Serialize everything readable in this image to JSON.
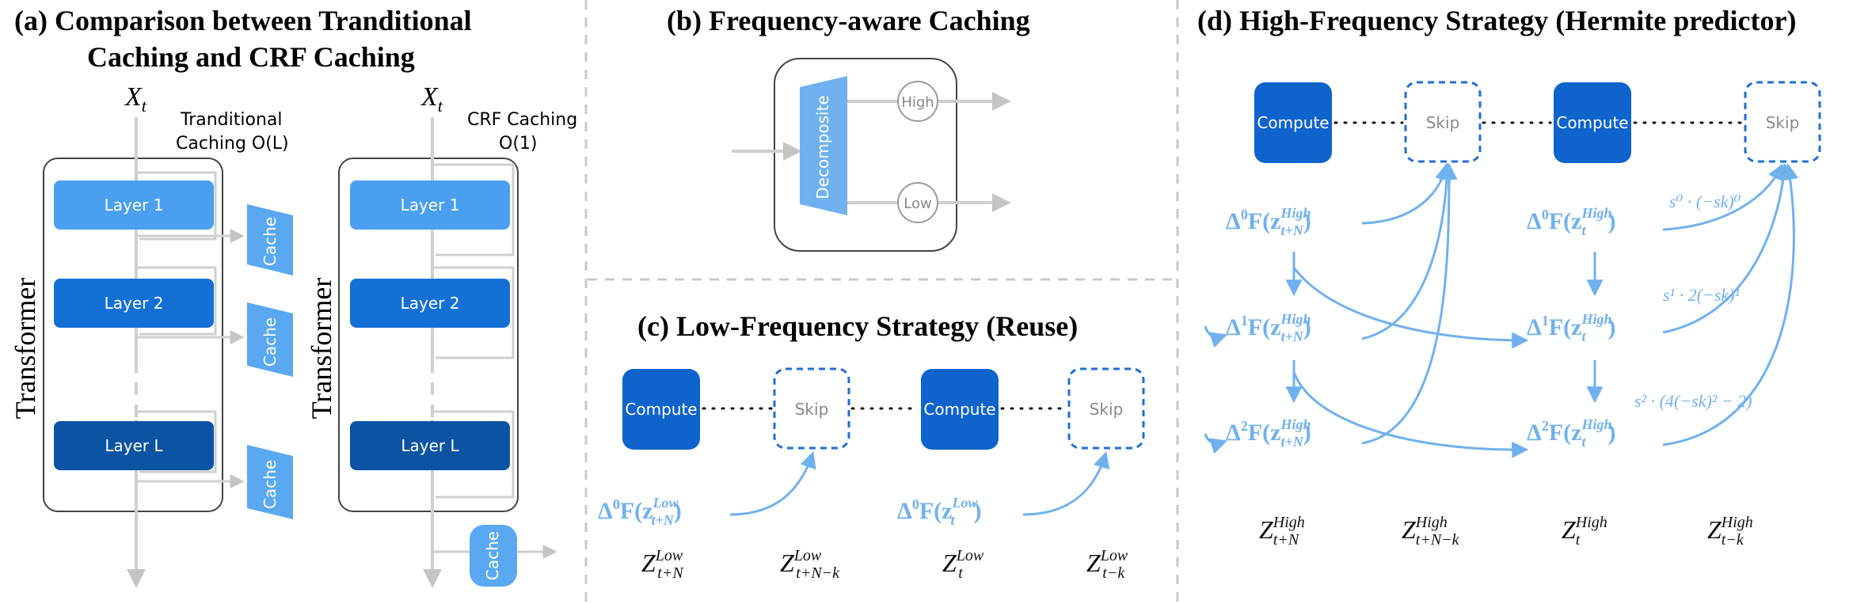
{
  "panels": {
    "a": {
      "title_line1": "(a)  Comparison between Tranditional",
      "title_line2": "Caching and CRF Caching",
      "input_var": "X",
      "input_sub": "t",
      "transformer_label": "Transformer",
      "left_note_line1": "Tranditional",
      "left_note_line2": "Caching O(L)",
      "right_note_line1": "CRF Caching",
      "right_note_line2": "O(1)",
      "layers": [
        "Layer 1",
        "Layer 2",
        "Layer L"
      ],
      "cache_label": "Cache"
    },
    "b": {
      "title": "(b)  Frequency-aware Caching",
      "decomposite_label": "Decomposite",
      "high_label": "High",
      "low_label": "Low"
    },
    "c": {
      "title": "(c)  Low-Frequency Strategy (Reuse)",
      "compute_label": "Compute",
      "skip_label": "Skip",
      "delta_prefix": "Δ",
      "delta_order": "0",
      "func_label": "F(z",
      "low_sup": "Low",
      "sub_tN": "t+N",
      "sub_t": "t",
      "z_var": "Z",
      "z_subs": [
        "t+N",
        "t+N−k",
        "t",
        "t−k"
      ]
    },
    "d": {
      "title": "(d)  High-Frequency Strategy (Hermite predictor)",
      "compute_label": "Compute",
      "skip_label": "Skip",
      "high_sup": "High",
      "delta_prefix": "Δ",
      "func_label": "F(z",
      "orders": [
        "0",
        "1",
        "2"
      ],
      "sub_tN": "t+N",
      "sub_t": "t",
      "coef_0": "s⁰ · (−sk)⁰",
      "coef_1": "s¹ · 2(−sk)¹",
      "coef_2": "s² · (4(−sk)² − 2)",
      "z_var": "Z",
      "z_subs": [
        "t+N",
        "t+N−k",
        "t",
        "t−k"
      ]
    }
  },
  "colors": {
    "layer1": "#4a9ff0",
    "layer2": "#1570d6",
    "layerL": "#0c53a3",
    "cache": "#5aa8f2",
    "compute": "#0e63cc",
    "skip_border": "#1f6fd0",
    "light_blue": "#6fb1ef",
    "gray_arrow": "#c8c8c8",
    "divider": "#c8c8c8"
  }
}
